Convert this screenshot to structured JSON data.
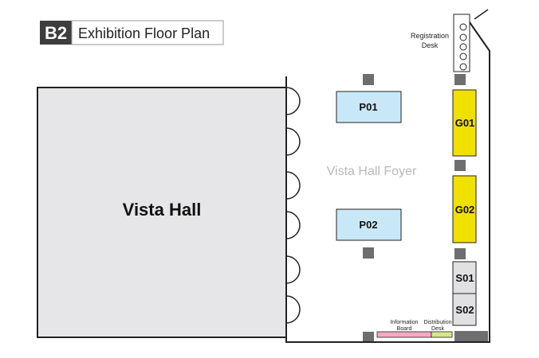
{
  "header": {
    "level_badge": "B2",
    "title": "Exhibition Floor Plan"
  },
  "rooms": {
    "hall": "Vista Hall",
    "foyer": "Vista Hall Foyer"
  },
  "booths": {
    "p01": "P01",
    "p02": "P02",
    "g01": "G01",
    "g02": "G02",
    "s01": "S01",
    "s02": "S02"
  },
  "labels": {
    "registration_line1": "Registration",
    "registration_line2": "Desk",
    "information_board": "Information",
    "information_board_line2": "Board",
    "distribution_line1": "Distribution",
    "distribution_line2": "Desk"
  },
  "colors": {
    "badge_bg": "#3d3d3d",
    "hall_fill": "#e6e6e8",
    "poster_booth": "#c9e8f7",
    "gold_booth": "#f0e000",
    "silver_booth": "#e1e1e3",
    "pillar": "#6e6e70",
    "info_board": "#f2a9c6",
    "distribution_desk": "#d4e88a",
    "foyer_text": "#b8b8bc"
  }
}
